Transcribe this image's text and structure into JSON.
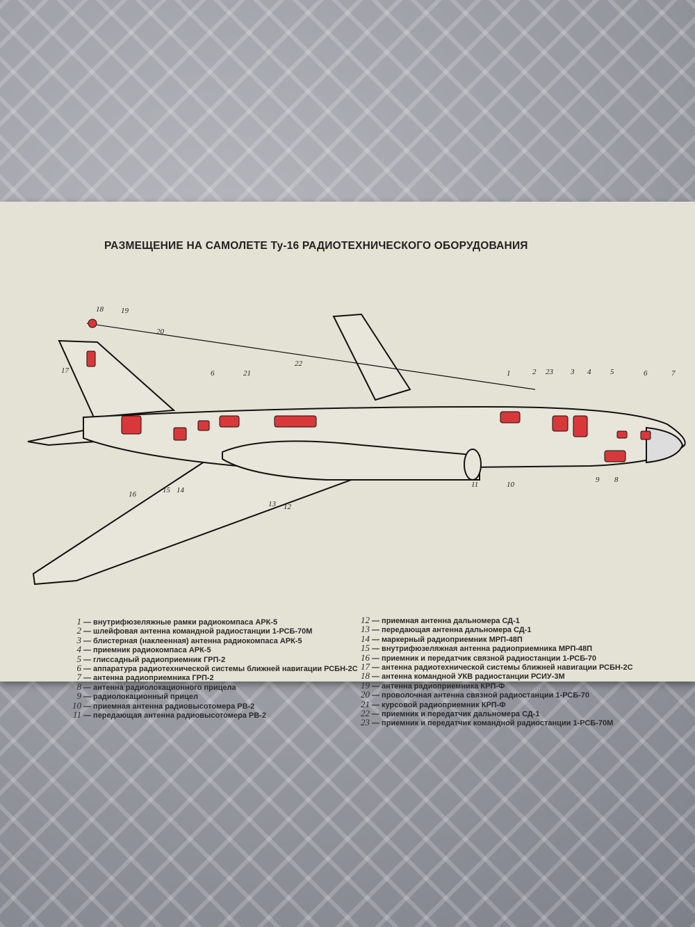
{
  "title": "РАЗМЕЩЕНИЕ НА САМОЛЕТЕ Ту-16 РАДИОТЕХНИЧЕСКОГО ОБОРУДОВАНИЯ",
  "colors": {
    "paper": "#e4e2d5",
    "equipment": "#d9383a",
    "ink": "#222222"
  },
  "callouts": [
    "1",
    "2",
    "3",
    "4",
    "5",
    "6",
    "7",
    "8",
    "9",
    "10",
    "11",
    "12",
    "13",
    "14",
    "15",
    "16",
    "17",
    "18",
    "19",
    "20",
    "21",
    "22",
    "23"
  ],
  "legend": [
    {
      "n": "1",
      "text": "— внутрифюзеляжные рамки радиокомпаса АРК-5"
    },
    {
      "n": "2",
      "text": "— шлейфовая антенна командной радиостанции 1-РСБ-70М"
    },
    {
      "n": "3",
      "text": "— блистерная (наклеенная) антенна радиокомпаса АРК-5"
    },
    {
      "n": "4",
      "text": "— приемник радиокомпаса АРК-5"
    },
    {
      "n": "5",
      "text": "— глиссадный радиоприемник ГРП-2"
    },
    {
      "n": "6",
      "text": "— аппаратура радиотехнической системы ближней навигации РСБН-2С"
    },
    {
      "n": "7",
      "text": "— антенна радиоприемника ГРП-2"
    },
    {
      "n": "8",
      "text": "— антенна радиолокационного прицела"
    },
    {
      "n": "9",
      "text": "— радиолокационный прицел"
    },
    {
      "n": "10",
      "text": "— приемная антенна радиовысотомера РВ-2"
    },
    {
      "n": "11",
      "text": "— передающая антенна радиовысотомера РВ-2"
    },
    {
      "n": "12",
      "text": "— приемная антенна дальномера СД-1"
    },
    {
      "n": "13",
      "text": "— передающая антенна дальномера СД-1"
    },
    {
      "n": "14",
      "text": "— маркерный радиоприемник МРП-48П"
    },
    {
      "n": "15",
      "text": "— внутрифюзеляжная антенна радиоприемника МРП-48П"
    },
    {
      "n": "16",
      "text": "— приемник и передатчик связной радиостанции 1-РСБ-70"
    },
    {
      "n": "17",
      "text": "— антенна радиотехнической системы ближней навигации РСБН-2С"
    },
    {
      "n": "18",
      "text": "— антенна командной УКВ радиостанции РСИУ-3М"
    },
    {
      "n": "19",
      "text": "— антенна радиоприемника КРП-Ф"
    },
    {
      "n": "20",
      "text": "— проволочная антенна связной радиостанции 1-РСБ-70"
    },
    {
      "n": "21",
      "text": "— курсовой радиоприемник КРП-Ф"
    },
    {
      "n": "22",
      "text": "— приемник и передатчик дальномера СД-1"
    },
    {
      "n": "23",
      "text": "— приемник и передатчик командной радиостанции 1-РСБ-70М"
    }
  ]
}
